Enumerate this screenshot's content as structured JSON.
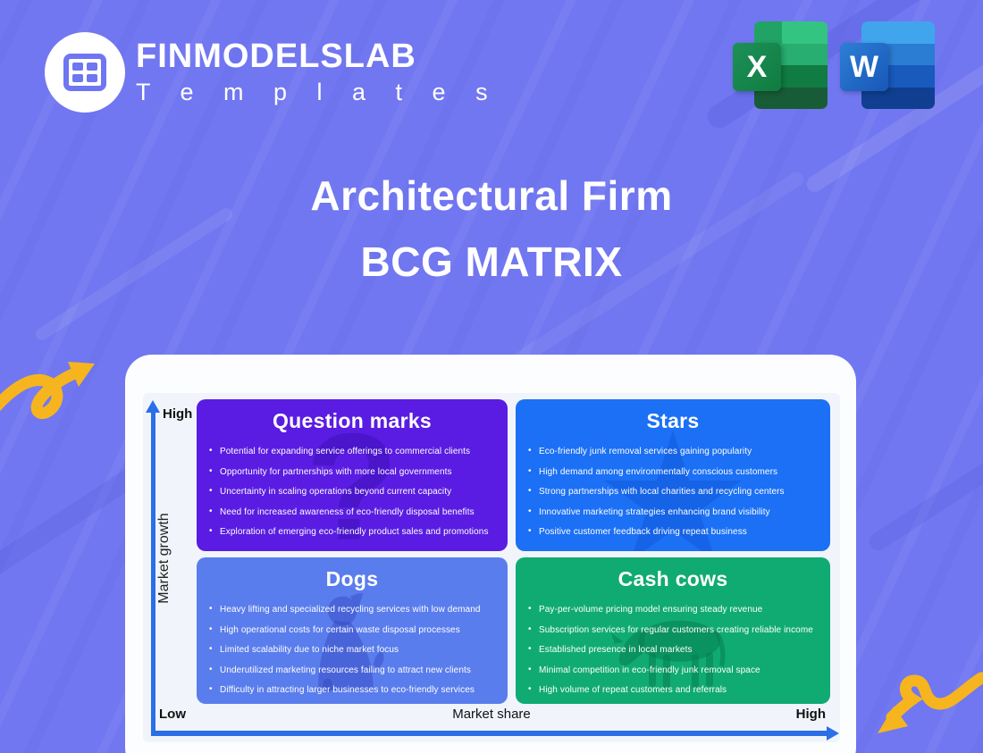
{
  "brand": {
    "name": "FINMODELSLAB",
    "subtitle": "T e m p l a t e s"
  },
  "badges": {
    "excel_letter": "X",
    "word_letter": "W"
  },
  "title": {
    "line1": "Architectural Firm",
    "line2": "BCG MATRIX"
  },
  "matrix": {
    "y_axis": {
      "label": "Market growth",
      "top": "High",
      "bottom": "Low"
    },
    "x_axis": {
      "label": "Market share",
      "left": "Low",
      "right": "High"
    },
    "quadrants": [
      {
        "id": "question-marks",
        "title": "Question marks",
        "color": "#5a1ce2",
        "watermark": "question-mark",
        "watermark_glyph": "?",
        "items": [
          "Potential for expanding service offerings to commercial clients",
          "Opportunity for partnerships with more local governments",
          "Uncertainty in scaling operations beyond current capacity",
          "Need for increased awareness of eco-friendly disposal benefits",
          "Exploration of emerging eco-friendly product sales and promotions"
        ]
      },
      {
        "id": "stars",
        "title": "Stars",
        "color": "#1b70f5",
        "watermark": "star",
        "watermark_glyph": "★",
        "items": [
          "Eco-friendly junk removal services gaining popularity",
          "High demand among environmentally conscious customers",
          "Strong partnerships with local charities and recycling centers",
          "Innovative marketing strategies enhancing brand visibility",
          "Positive customer feedback driving repeat business"
        ]
      },
      {
        "id": "dogs",
        "title": "Dogs",
        "color": "#5a7ded",
        "watermark": "dog",
        "items": [
          "Heavy lifting and specialized recycling services with low demand",
          "High operational costs for certain waste disposal processes",
          "Limited scalability due to niche market focus",
          "Underutilized marketing resources failing to attract new clients",
          "Difficulty in attracting larger businesses to eco-friendly services"
        ]
      },
      {
        "id": "cash-cows",
        "title": "Cash cows",
        "color": "#10ab72",
        "watermark": "cow",
        "items": [
          "Pay-per-volume pricing model ensuring steady revenue",
          "Subscription services for regular customers creating reliable income",
          "Established presence in local markets",
          "Minimal competition in eco-friendly junk removal space",
          "High volume of repeat customers and referrals"
        ]
      }
    ]
  },
  "colors": {
    "background": "#7177f0",
    "card": "#fcfdfe",
    "panel": "#f1f5fb",
    "axis_blue": "#2b6fe8",
    "accent_yellow": "#f6b51e"
  }
}
